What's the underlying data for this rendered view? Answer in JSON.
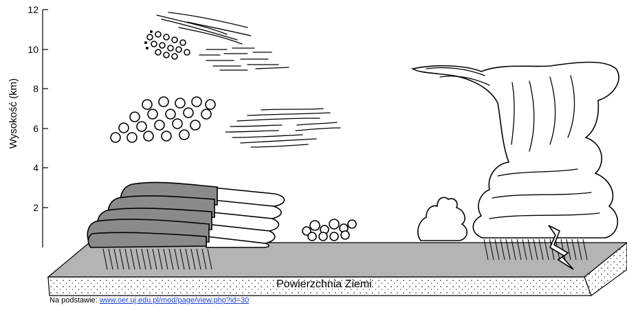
{
  "axis": {
    "title": "Wysokość (km)",
    "ticks": [
      "12",
      "10",
      "8",
      "6",
      "4",
      "2"
    ],
    "unit": "km",
    "range": [
      0,
      12
    ]
  },
  "ground": {
    "label": "Powierzchnia Ziemi"
  },
  "source": {
    "prefix": "Na podstawie:",
    "link_text": "www.oer.uj.edu.pl/mod/page/view.php?id=30"
  },
  "colors": {
    "ground_gray": "#b4b4b4",
    "cloud_shade": "#8a8a8a",
    "link": "#1a3fd1"
  }
}
